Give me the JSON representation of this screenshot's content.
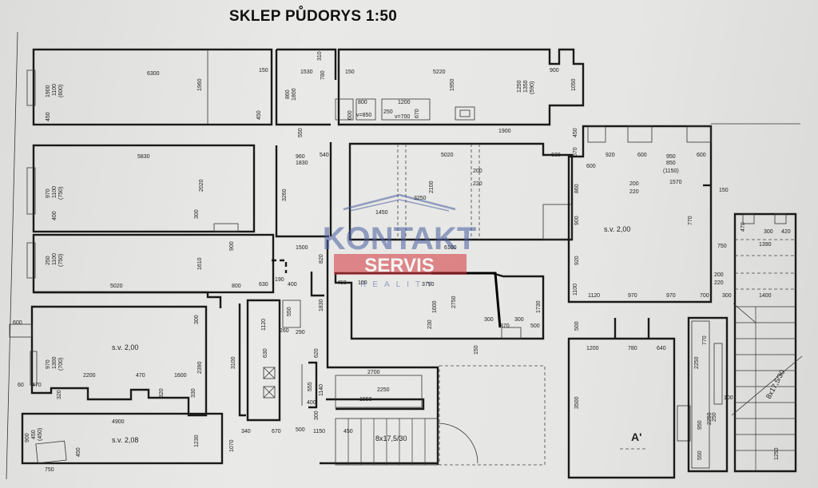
{
  "title": "SKLEP PŮDORYS 1:50",
  "watermark": {
    "line1": "KONTAKT",
    "line2": "SERVIS",
    "line3": "REALITY",
    "color_blue": "#4a5fa0",
    "color_red": "#d4333a"
  },
  "rooms": {
    "sv_200_left": "s.v. 2,00",
    "sv_208": "s.v. 2,08",
    "sv_200_right": "s.v. 2,00",
    "stair_label": "8x17,5/30",
    "stair_right_label": "8x17,5/30",
    "mark_a": "A'"
  },
  "dims": {
    "d6300": "6300",
    "d150a": "150",
    "d1960": "1960",
    "d1900": "1900",
    "d1100a": "1100",
    "d600a": "(600)",
    "d450a": "450",
    "d450b": "450",
    "d310": "310",
    "d1530": "1530",
    "d780": "780",
    "d860": "860",
    "d1800": "1800",
    "d150b": "150",
    "d5220": "5220",
    "d1950": "1950",
    "d1250": "1250",
    "d1350": "1350",
    "d590": "(590)",
    "d900a": "900",
    "d1050": "1050",
    "d800a": "800",
    "d1200a": "1200",
    "d600b": "600",
    "dv850": "v=850",
    "d250": "250",
    "dv700": "v=700",
    "d670a": "670",
    "d550": "550",
    "d1900b": "1900",
    "d450c": "450",
    "d5830": "5830",
    "d960": "960",
    "d1830": "1830",
    "d540": "540",
    "d5020a": "5020",
    "d630a": "630",
    "d670b": "670",
    "d920": "920",
    "d600c": "600",
    "d950": "950",
    "d850": "850",
    "d1150": "(1150)",
    "d600d": "600",
    "d600e": "600",
    "d200a": "200",
    "d220a": "220",
    "d1570": "1570",
    "d150c": "150",
    "d970a": "970",
    "d1100b": "1100",
    "d750a": "(750)",
    "d2020": "2020",
    "d3260": "3260",
    "d3250": "3250",
    "d2100": "2100",
    "d860b": "860",
    "d200b": "200",
    "d220b": "220",
    "d400a": "400",
    "d300a": "300",
    "d1450": "1450",
    "d770": "770",
    "d900b": "900",
    "dsv200": "s.v. 2,00",
    "d470a": "470",
    "d300b": "300",
    "d420": "420",
    "d1390": "1390",
    "d250b": "250",
    "d1100c": "1100",
    "d750b": "(750)",
    "d1610": "1610",
    "d900c": "900",
    "d1500": "1500",
    "d6100": "6100",
    "d820": "820",
    "d920b": "920",
    "d750c": "750",
    "d200c": "200",
    "d220c": "220",
    "d5020b": "5020",
    "d800b": "800",
    "d630b": "630",
    "d190": "190",
    "d400b": "400",
    "d450d": "450",
    "d100": "100",
    "d3750": "3750",
    "d1100d": "1100",
    "d1120": "1120",
    "d970b": "970",
    "d970c": "970",
    "d700": "700",
    "d300c": "300",
    "d1400": "1400",
    "d600f": "600",
    "d300d": "300",
    "d1120b": "1120",
    "d550b": "550",
    "d1830b": "1830",
    "d1600a": "1600",
    "d2750": "2750",
    "d1730": "1730",
    "d230": "230",
    "d300e": "300",
    "d370": "370",
    "d300f": "300",
    "d500a": "500",
    "d500b": "500",
    "d970d": "970",
    "d1300": "1300",
    "d700b": "(700)",
    "d260": "260",
    "d290": "290",
    "d630c": "630",
    "d2390": "2390",
    "d3100": "3100",
    "d620": "620",
    "d150d": "150",
    "d1200b": "1200",
    "d780b": "780",
    "d640": "640",
    "d770b": "770",
    "d2200": "2200",
    "d470b": "470",
    "d1600b": "1600",
    "d60": "60",
    "d470c": "470",
    "d320a": "320",
    "d320b": "320",
    "d330": "330",
    "d2700": "2700",
    "d2250": "2250",
    "d1550": "1550",
    "d555": "555",
    "d1140": "1140",
    "d400c": "400",
    "d2250b": "2250",
    "d2250c": "2250",
    "d100b": "100",
    "d4900": "4900",
    "d900d": "900",
    "d450e": "450",
    "d450f": "(450)",
    "d450g": "450",
    "d1230": "1230",
    "d1070": "1070",
    "d340": "340",
    "d670c": "670",
    "d500c": "500",
    "d300g": "300",
    "d1150b": "1150",
    "d450h": "450",
    "d3500": "3500",
    "d950b": "950",
    "d250c": "250",
    "d550c": "550",
    "d1250b": "1250",
    "d750d": "750"
  }
}
